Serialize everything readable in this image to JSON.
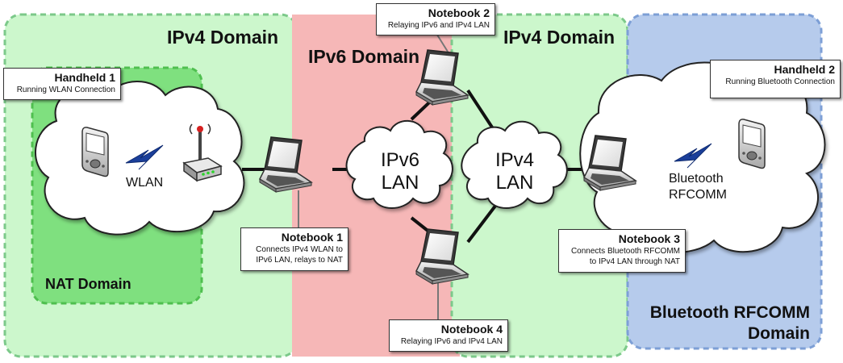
{
  "domains": {
    "ipv4_left": "IPv4 Domain",
    "ipv6": "IPv6 Domain",
    "ipv4_right": "IPv4 Domain",
    "nat": "NAT Domain",
    "bt_line1": "Bluetooth RFCOMM",
    "bt_line2": "Domain"
  },
  "clouds": {
    "ipv6_line1": "IPv6",
    "ipv6_line2": "LAN",
    "ipv4_line1": "IPv4",
    "ipv4_line2": "LAN"
  },
  "links": {
    "wlan": "WLAN",
    "bt_line1": "Bluetooth",
    "bt_line2": "RFCOMM"
  },
  "devices": {
    "handheld1": {
      "title": "Handheld 1",
      "desc": [
        "Running WLAN Connection"
      ]
    },
    "handheld2": {
      "title": "Handheld 2",
      "desc": [
        "Running Bluetooth Connection"
      ]
    },
    "notebook1": {
      "title": "Notebook 1",
      "desc": [
        "Connects IPv4 WLAN to",
        "IPv6 LAN, relays to NAT"
      ]
    },
    "notebook2": {
      "title": "Notebook 2",
      "desc": [
        "Relaying IPv6 and IPv4 LAN"
      ]
    },
    "notebook3": {
      "title": "Notebook 3",
      "desc": [
        "Connects Bluetooth RFCOMM",
        "to IPv4 LAN through NAT"
      ]
    },
    "notebook4": {
      "title": "Notebook 4",
      "desc": [
        "Relaying IPv6 and IPv4 LAN"
      ]
    }
  },
  "colors": {
    "ipv4_fill": "#ccf7cc",
    "ipv4_border": "#7cc98a",
    "ipv6_fill": "#f6b7b7",
    "nat_fill": "#7fe07f",
    "bt_fill": "#b6cbec",
    "bt_border": "#7d9fd6"
  }
}
